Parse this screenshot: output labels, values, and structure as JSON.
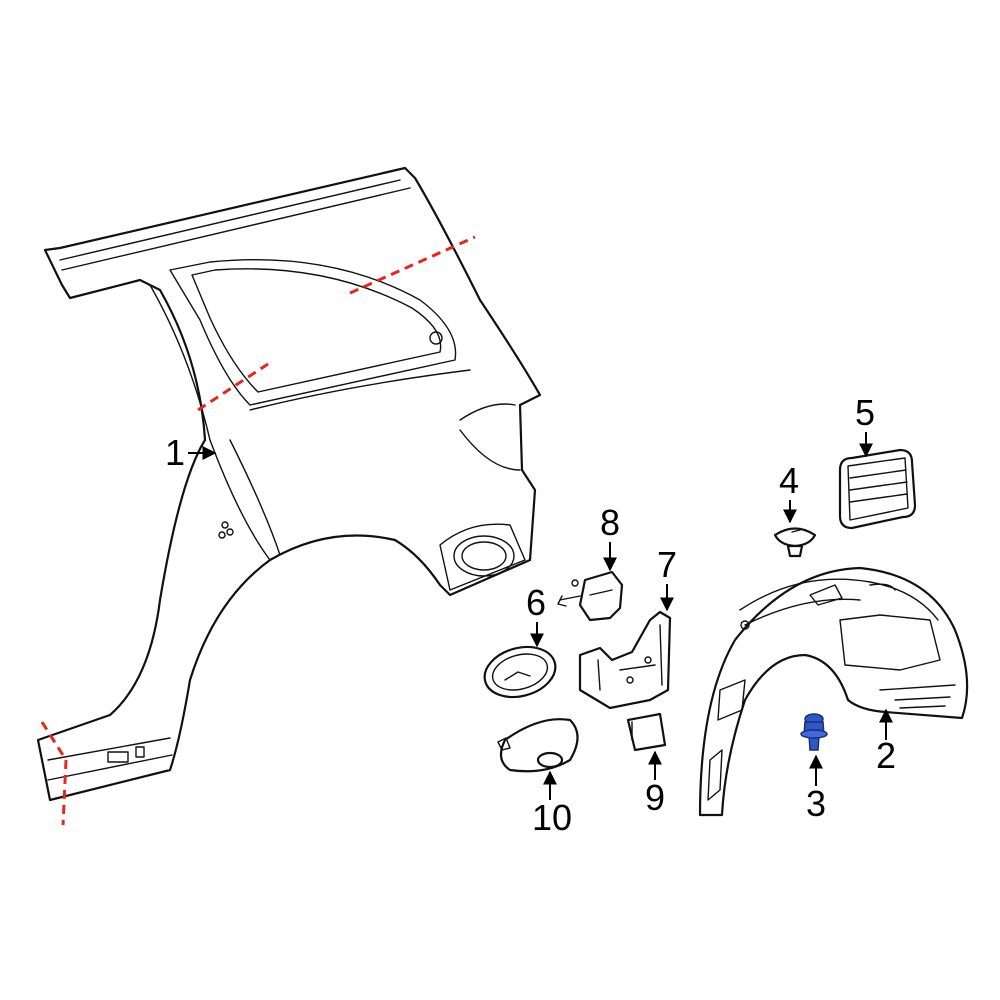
{
  "colors": {
    "line": "#111111",
    "cut_line": "#e8261c",
    "highlight_part": "#2f57c8",
    "background": "#ffffff"
  },
  "callouts": {
    "c1": "1",
    "c2": "2",
    "c3": "3",
    "c4": "4",
    "c5": "5",
    "c6": "6",
    "c7": "7",
    "c8": "8",
    "c9": "9",
    "c10": "10"
  }
}
